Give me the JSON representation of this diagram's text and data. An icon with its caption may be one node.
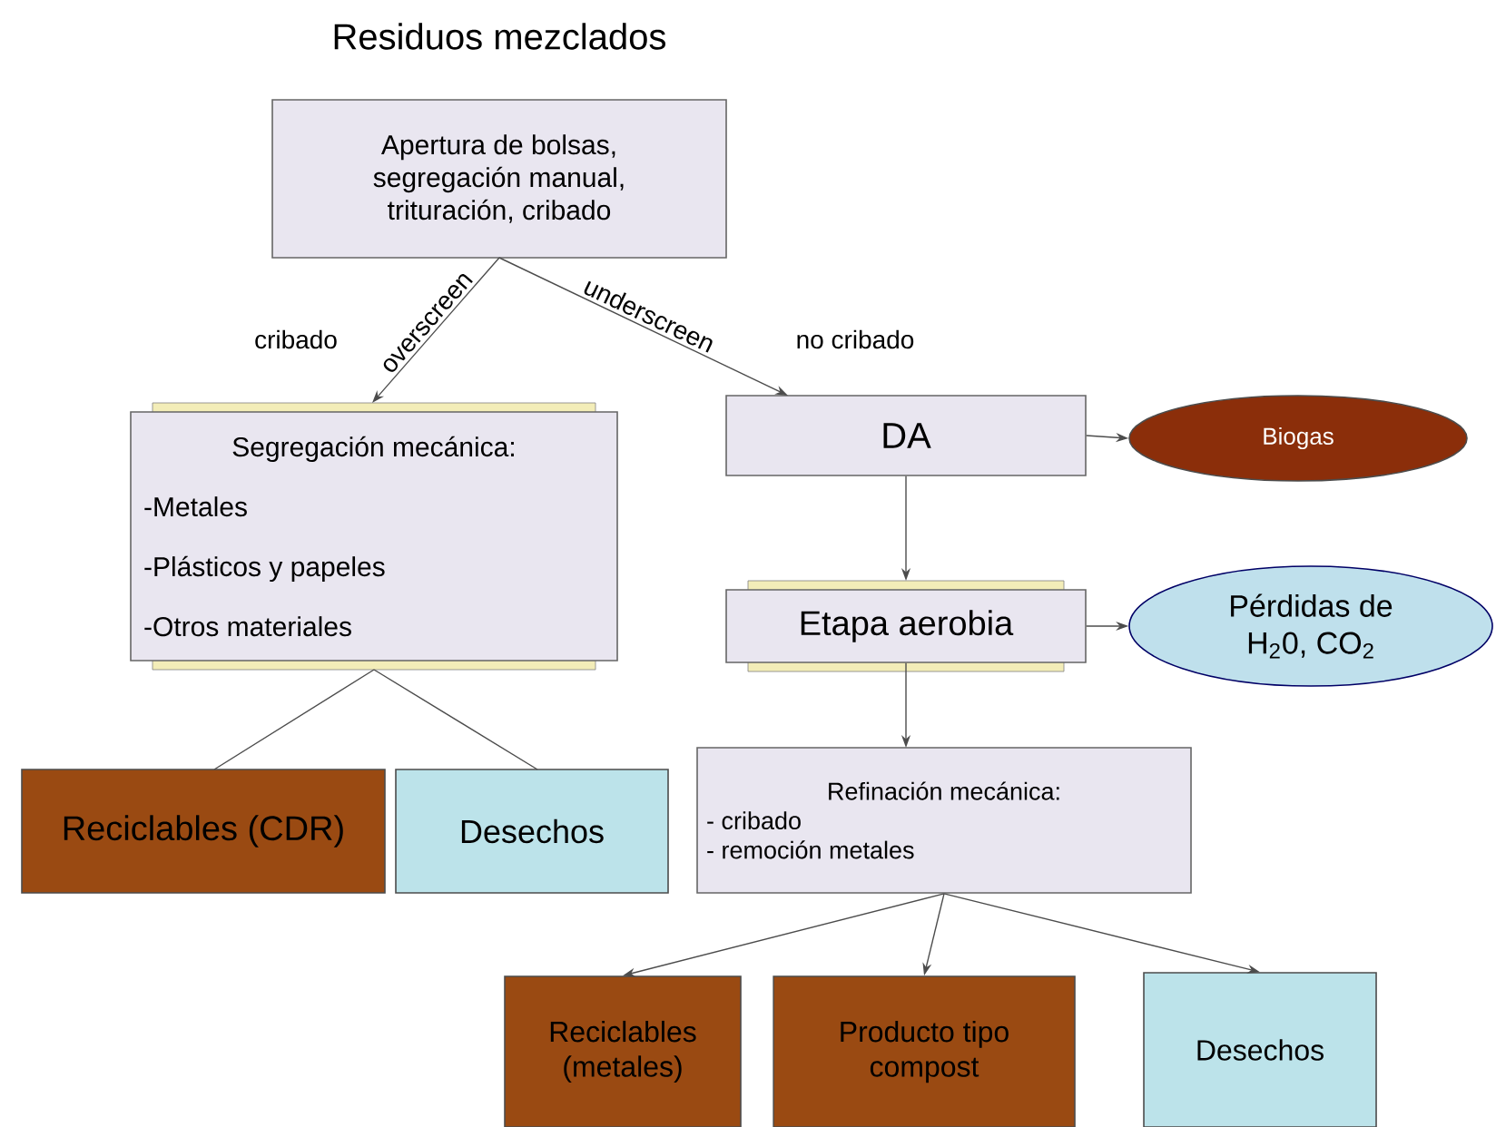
{
  "diagram": {
    "title": "Residuos mezclados",
    "nodes": [
      {
        "text": [
          "Apertura de bolsas, segregación manual, trituración, cribado"
        ]
      },
      {
        "text": [
          "Segregación mecánica:",
          "-Metales",
          "-Plásticos y papeles",
          "-Otros materiales"
        ]
      },
      {
        "text": [
          "DA"
        ]
      },
      {
        "text": [
          "Biogas"
        ]
      },
      {
        "text": [
          "Etapa aerobia"
        ]
      },
      {
        "text": [
          "Pérdidas de H$_{2}$0, CO$_{2}$"
        ]
      },
      {
        "text": [
          "Reciclables (CDR)"
        ]
      },
      {
        "text": [
          "Desechos"
        ]
      },
      {
        "text": [
          "Refinación mecánica:",
          "- cribado",
          "- remoción metales"
        ]
      },
      {
        "text": [
          "Reciclables (metales)"
        ]
      },
      {
        "text": [
          "Producto tipo compost"
        ]
      },
      {
        "text": [
          "Desechos"
        ]
      }
    ],
    "edges": [
      {
        "from": 0,
        "to": 1,
        "arrow": "to",
        "label": "overscreen"
      },
      {
        "from": 0,
        "to": 2,
        "arrow": "to",
        "label": "underscreen"
      },
      {
        "from": 2,
        "to": 3,
        "arrow": "to"
      },
      {
        "from": 2,
        "to": 4,
        "arrow": "to"
      },
      {
        "from": 4,
        "to": 5,
        "arrow": "to"
      },
      {
        "from": 4,
        "to": 8,
        "arrow": "to"
      },
      {
        "from": 1,
        "to": 6,
        "arrow": "none"
      },
      {
        "from": 1,
        "to": 7,
        "arrow": "none"
      },
      {
        "from": 8,
        "to": 9,
        "arrow": "to"
      },
      {
        "from": 8,
        "to": 10,
        "arrow": "to"
      },
      {
        "from": 8,
        "to": 11,
        "arrow": "to"
      }
    ],
    "labels": [
      "cribado",
      "no cribado"
    ]
  }
}
